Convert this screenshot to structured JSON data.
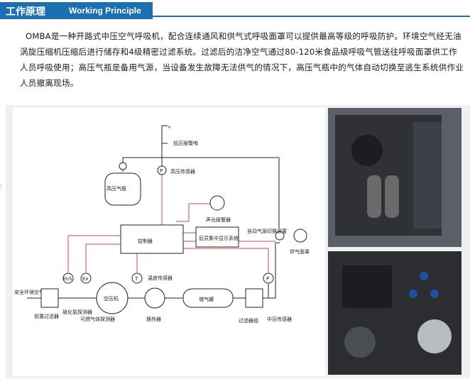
{
  "header": {
    "title_zh": "工作原理",
    "title_en": "Working Principle"
  },
  "intro": {
    "text": "OMBA是一种开路式中压空气呼吸机，配合连续通风和供气式呼吸面罩可以提供最高等级的呼吸防护。环境空气经无油涡旋压缩机压缩后进行储存和4级精密过滤系统。过滤后的洁净空气通过80-120米食品级呼吸气管送往呼吸面罩供工作人员呼吸使用；高压气瓶是备用气源，当设备发生故障无法供气的情况下，高压气瓶中的气体自动切换至逃生系统供作业人员撤离现场。"
  },
  "diagram": {
    "low_pressure_alarm": "低压报警哨",
    "high_pressure_sensor": "高压传感器",
    "high_pressure_cylinder": "高压气瓶",
    "sound_light_alarm": "声光报警器",
    "control_box": "控制器",
    "remote_display": "后员集中显示系统",
    "auto_switch_valve": "自动气源切换装置",
    "supply_mask": "供气面罩",
    "ambient_air": "安全环境空气",
    "pre_filter": "前置过滤器",
    "h2s_sensor_label": "H₂S",
    "h2s_sensor": "硫化氢探测器",
    "ex_sensor_label": "Ex",
    "ex_sensor": "可燃气体探测器",
    "compressor": "空压机",
    "temperature_sensor_label": "T",
    "temperature_sensor": "温度传感器",
    "heat_exchanger": "换热器",
    "storage_tank": "储气罐",
    "filter_group": "过滤器组",
    "pressure_label": "P",
    "medium_pressure_sensor": "中压传感器"
  },
  "colors": {
    "header_blue": "#1b6fb3",
    "signal_line": "#d44",
    "air_line": "#222"
  }
}
